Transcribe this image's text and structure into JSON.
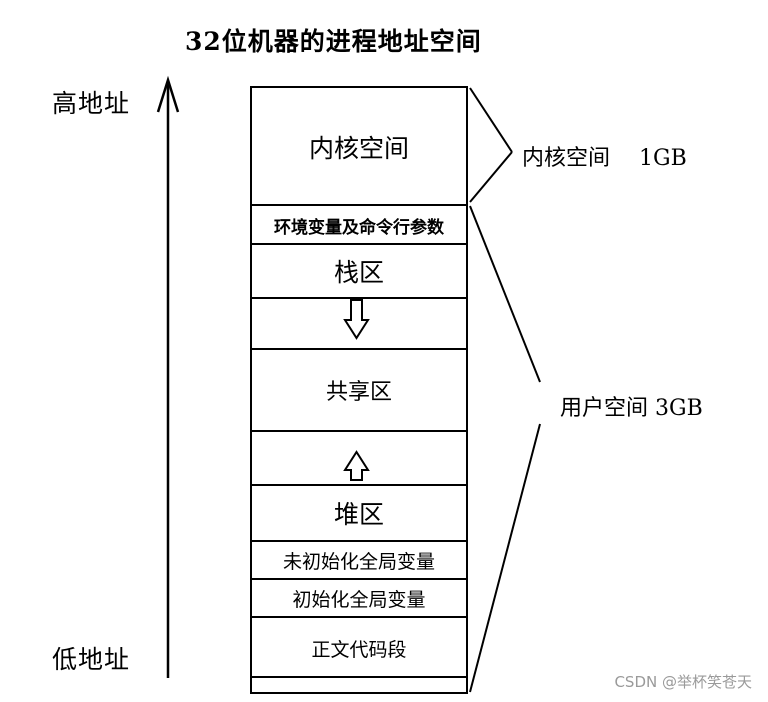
{
  "title": "32位机器的进程地址空间",
  "address": {
    "high": "高地址",
    "low": "低地址"
  },
  "segments": {
    "kernel": "内核空间",
    "env": "环境变量及命令行参数",
    "stack": "栈区",
    "shared": "共享区",
    "heap": "堆区",
    "bss": "未初始化全局变量",
    "data": "初始化全局变量",
    "text": "正文代码段"
  },
  "side_labels": {
    "kernel": "内核空间　 1GB",
    "user": "用户空间 3GB"
  },
  "arrows": {
    "stack_growth": "down",
    "heap_growth": "up",
    "address_axis": "up"
  },
  "watermark": "CSDN @举杯笑苍天"
}
